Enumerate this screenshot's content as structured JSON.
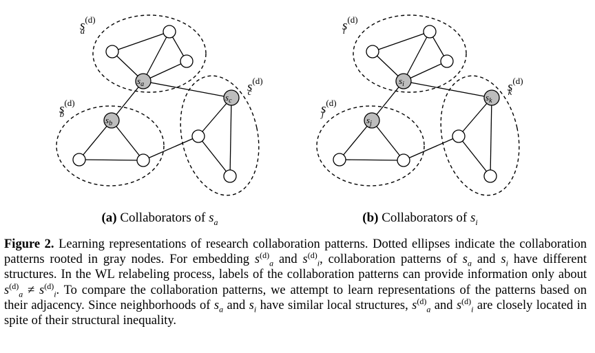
{
  "panels": {
    "a": {
      "node_labels": {
        "root": "s",
        "root_sub": "a",
        "b": "s",
        "b_sub": "b",
        "c": "s",
        "c_sub": "c"
      },
      "ellipse_labels": {
        "top": {
          "base": "s",
          "sup": "(d)",
          "sub": "a"
        },
        "left": {
          "base": "s",
          "sup": "(d)",
          "sub": "b"
        },
        "right": {
          "base": "s",
          "sup": "(d)",
          "sub": "c"
        }
      },
      "subcaption": {
        "tag": "(a)",
        "text": "Collaborators of ",
        "var": "s",
        "var_sub": "a"
      }
    },
    "b": {
      "node_labels": {
        "root": "s",
        "root_sub": "i",
        "b": "s",
        "b_sub": "j",
        "c": "s",
        "c_sub": "k"
      },
      "ellipse_labels": {
        "top": {
          "base": "s",
          "sup": "(d)",
          "sub": "i"
        },
        "left": {
          "base": "s",
          "sup": "(d)",
          "sub": "j"
        },
        "right": {
          "base": "s",
          "sup": "(d)",
          "sub": "k"
        }
      },
      "subcaption": {
        "tag": "(b)",
        "text": "Collaborators of ",
        "var": "s",
        "var_sub": "i"
      }
    }
  },
  "caption": {
    "lead": "Figure 2.",
    "t1": " Learning representations of research collaboration patterns. Dotted ellipses indicate the collaboration patterns rooted in gray nodes. For embedding ",
    "t2": " and ",
    "t3": ", collaboration patterns of ",
    "t4": " and ",
    "t5": " have different structures. In the WL relabeling process, labels of the collaboration patterns can provide information only about ",
    "t6": " ≠ ",
    "t7": ". To compare the collaboration patterns, we attempt to learn representations of the patterns based on their adjacency. Since neighborhoods of ",
    "t8": " and ",
    "t9": " have similar local structures, ",
    "t10": " and ",
    "t11": " are closely located in spite of their structural inequality.",
    "s": "s",
    "sup_d": "(d)",
    "sub_a": "a",
    "sub_i": "i"
  }
}
